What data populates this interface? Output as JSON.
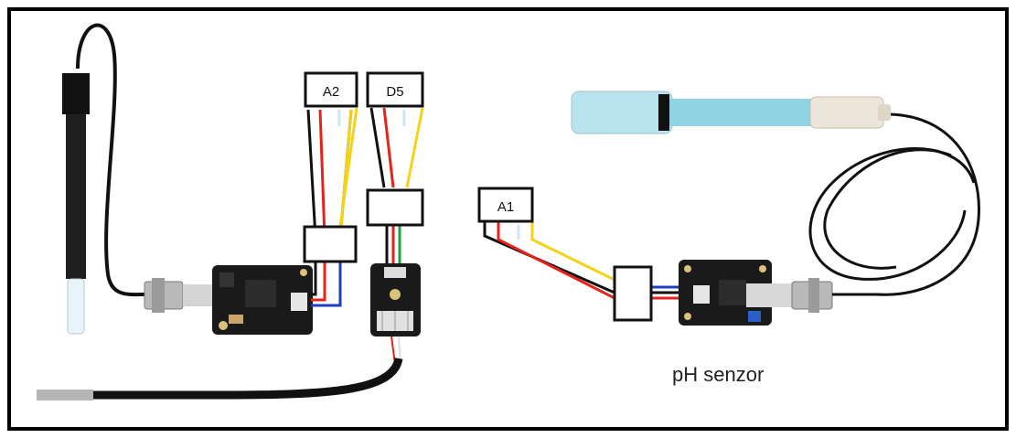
{
  "labels": {
    "pin_a2": "A2",
    "pin_d5": "D5",
    "pin_a1": "A1"
  },
  "caption": "pH senzor",
  "colors": {
    "wire_black": "#111111",
    "wire_red": "#e5231b",
    "wire_yellow": "#f5d21a",
    "wire_blue": "#1e3fbf",
    "wire_green": "#21a43a",
    "board": "#1a1a1a",
    "probe_glass": "#8fd3e4"
  }
}
